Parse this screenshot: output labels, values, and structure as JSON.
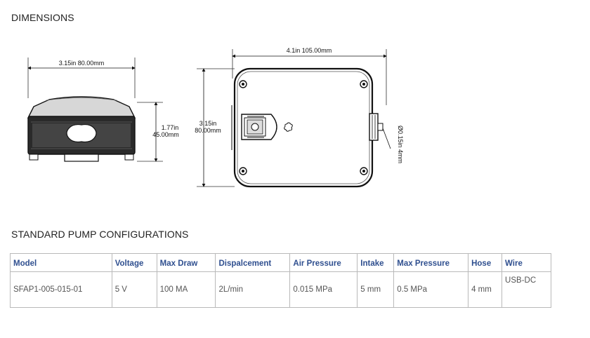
{
  "headings": {
    "dimensions": "DIMENSIONS",
    "configurations": "STANDARD PUMP CONFIGURATIONS"
  },
  "drawing": {
    "side_width": "3.15in 80.00mm",
    "side_height_in": "1.77in",
    "side_height_mm": "45.00mm",
    "top_width": "4.1in 105.00mm",
    "top_height_in": "3.15in",
    "top_height_mm": "80.00mm",
    "port_diameter": "Ø0.15in 4mm"
  },
  "table": {
    "headers": [
      "Model",
      "Voltage",
      "Max Draw",
      "Dispalcement",
      "Air Pressure",
      "Intake",
      "Max Pressure",
      "Hose",
      "Wire"
    ],
    "rows": [
      [
        "SFAP1-005-015-01",
        "5 V",
        "100 MA",
        "2L/min",
        "0.015 MPa",
        "5 mm",
        "0.5 MPa",
        "4 mm",
        "USB-DC"
      ]
    ]
  },
  "colors": {
    "header_text": "#2f4f8f",
    "border": "#b9b9b9"
  }
}
